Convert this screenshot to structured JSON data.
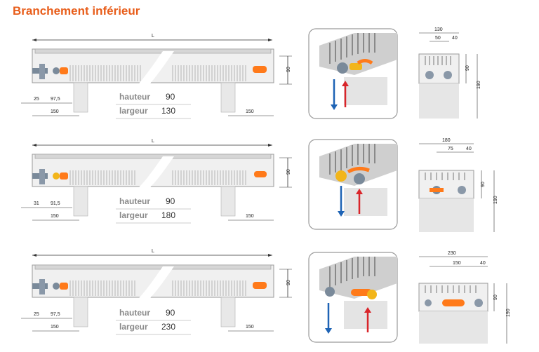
{
  "title": "Branchement inférieur",
  "colors": {
    "accent": "#e85d1a",
    "frame": "#9a9a9a",
    "arrow_blue": "#1e63b5",
    "arrow_red": "#d9252a",
    "flex_hose": "#ff7a1a",
    "yellow_valve": "#f2b51a"
  },
  "labels": {
    "hauteur": "hauteur",
    "largeur": "largeur",
    "length": "L"
  },
  "rows": [
    {
      "hauteur": "90",
      "largeur": "130",
      "left_offset": "25",
      "offset2": "97,5",
      "foot_left": "150",
      "foot_right": "150",
      "height_dim": "90",
      "total_w": "130",
      "dim_a": "50",
      "dim_b": "40",
      "dim_h": "90",
      "dim_total_h": "190"
    },
    {
      "hauteur": "90",
      "largeur": "180",
      "left_offset": "31",
      "offset2": "91,5",
      "foot_left": "150",
      "foot_right": "150",
      "height_dim": "90",
      "total_w": "180",
      "dim_a": "75",
      "dim_b": "40",
      "dim_h": "90",
      "dim_total_h": "190"
    },
    {
      "hauteur": "90",
      "largeur": "230",
      "left_offset": "25",
      "offset2": "97,5",
      "foot_left": "150",
      "foot_right": "150",
      "height_dim": "90",
      "total_w": "230",
      "dim_a": "150",
      "dim_b": "40",
      "dim_h": "90",
      "dim_total_h": "190"
    }
  ]
}
